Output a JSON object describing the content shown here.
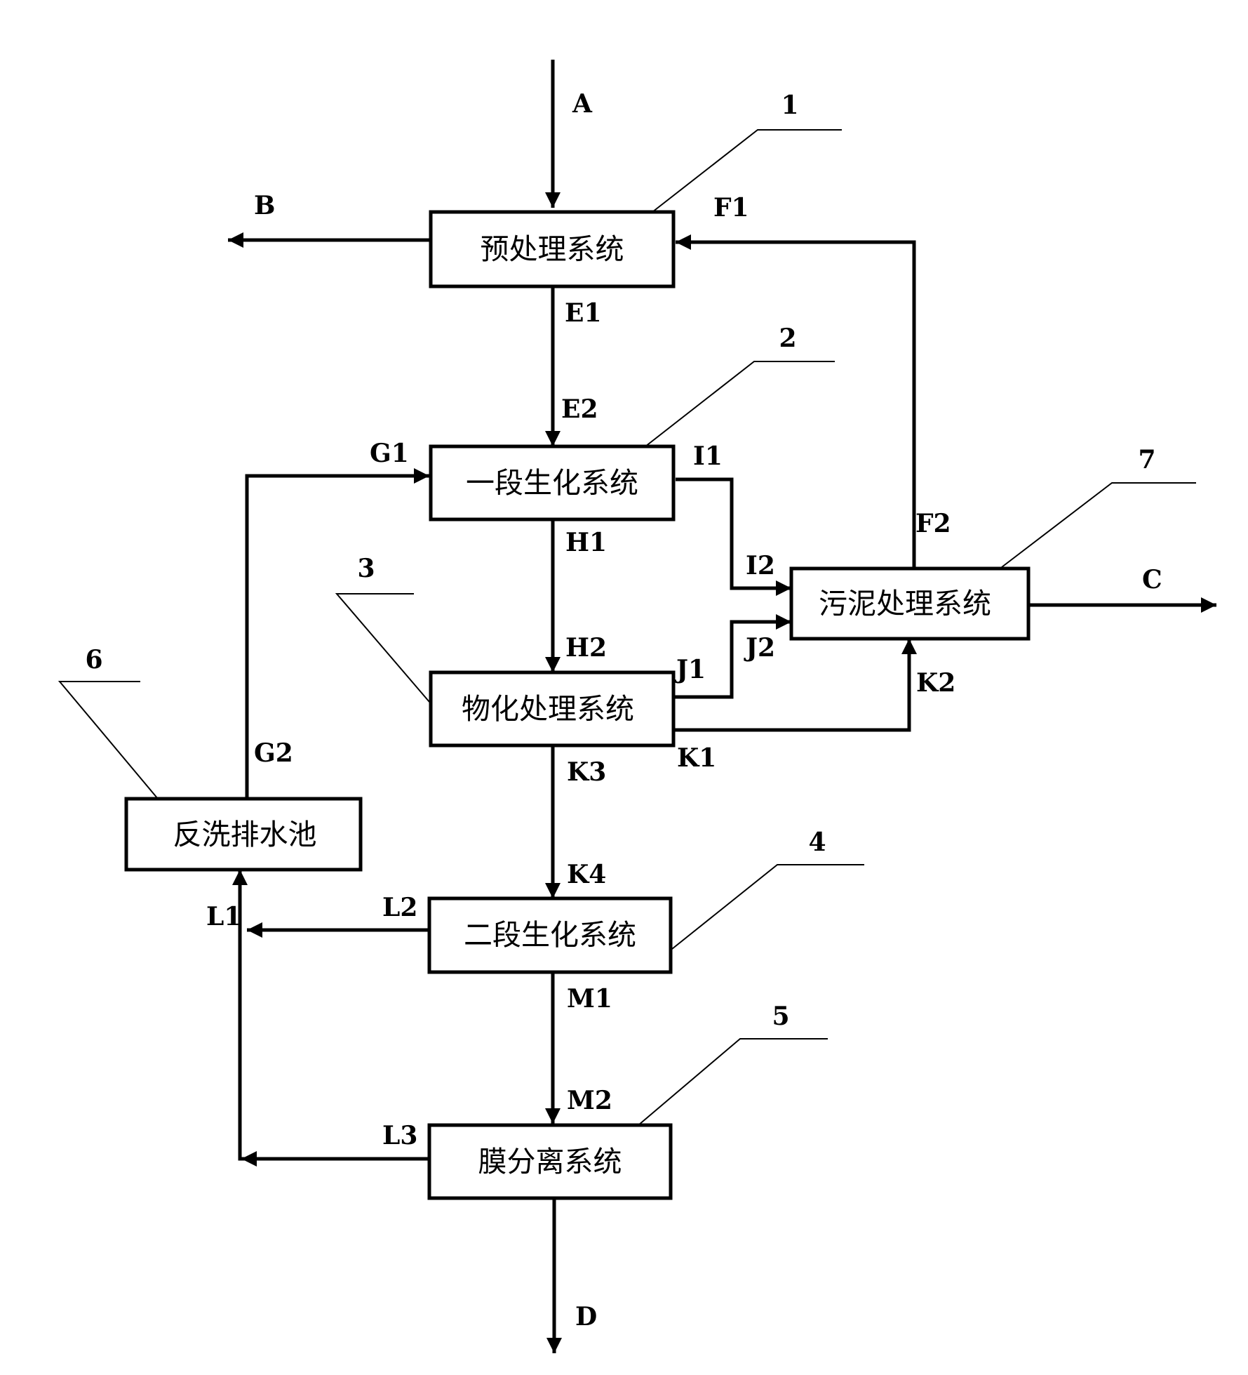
{
  "boxes": {
    "pretreatment": "预处理系统",
    "stage1_bio": "一段生化系统",
    "physchem": "物化处理系统",
    "stage2_bio": "二段生化系统",
    "membrane": "膜分离系统",
    "sludge": "污泥处理系统",
    "backwash_pool": "反洗排水池"
  },
  "streams": {
    "A": "A",
    "B": "B",
    "C": "C",
    "D": "D",
    "E1": "E1",
    "E2": "E2",
    "F1": "F1",
    "F2": "F2",
    "G1": "G1",
    "G2": "G2",
    "H1": "H1",
    "H2": "H2",
    "I1": "I1",
    "I2": "I2",
    "J1": "J1",
    "J2": "J2",
    "K1": "K1",
    "K2": "K2",
    "K3": "K3",
    "K4": "K4",
    "L1": "L1",
    "L2": "L2",
    "L3": "L3",
    "M1": "M1",
    "M2": "M2"
  },
  "ref_numbers": {
    "n1": "1",
    "n2": "2",
    "n3": "3",
    "n4": "4",
    "n5": "5",
    "n6": "6",
    "n7": "7"
  }
}
